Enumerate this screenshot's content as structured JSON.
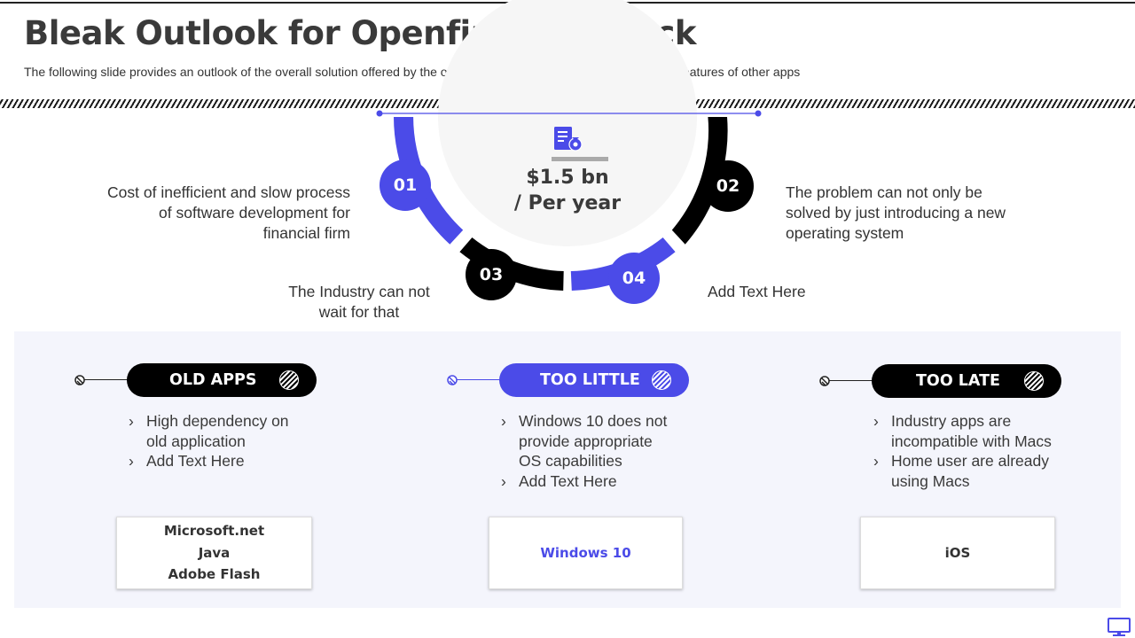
{
  "slide": {
    "title": "Bleak Outlook for Openfin Pitch Deck",
    "subtitle": "The following slide provides an outlook of the overall solution offered by the organization as it highlights the names and features of other  apps"
  },
  "center": {
    "amount_line1": "$1.5 bn",
    "amount_line2": "/ Per year",
    "icon": "document-money-bag-icon"
  },
  "points": [
    {
      "number": "01",
      "text": "Cost of inefficient and slow process of software development for financial firm",
      "color": "blue"
    },
    {
      "number": "02",
      "text": "The problem can not only be solved by just introducing a new operating system",
      "color": "black"
    },
    {
      "number": "03",
      "text": "The Industry can not wait for that",
      "color": "black"
    },
    {
      "number": "04",
      "text": "Add Text Here",
      "color": "blue"
    }
  ],
  "columns": [
    {
      "label": "OLD APPS",
      "style": "black",
      "bullets": [
        "High dependency on old application",
        "Add Text Here"
      ],
      "apps": [
        "Microsoft.net",
        "Java",
        "Adobe Flash"
      ]
    },
    {
      "label": "TOO LITTLE",
      "style": "blue",
      "bullets": [
        "Windows 10 does not provide appropriate OS capabilities",
        "Add Text Here"
      ],
      "apps": [
        "Windows 10"
      ]
    },
    {
      "label": "TOO LATE",
      "style": "black",
      "bullets": [
        "Industry apps are incompatible with Macs",
        "Home user  are already using Macs"
      ],
      "apps": [
        "iOS"
      ]
    }
  ],
  "colors": {
    "accent_blue": "#4b4be8",
    "black": "#000000",
    "panel_bg": "#f4f5fc",
    "title_text": "#3a3a3a"
  },
  "icons": [
    "document-money-bag-icon",
    "hatched-circle-icon",
    "handle-dot-icon",
    "monitor-icon"
  ]
}
